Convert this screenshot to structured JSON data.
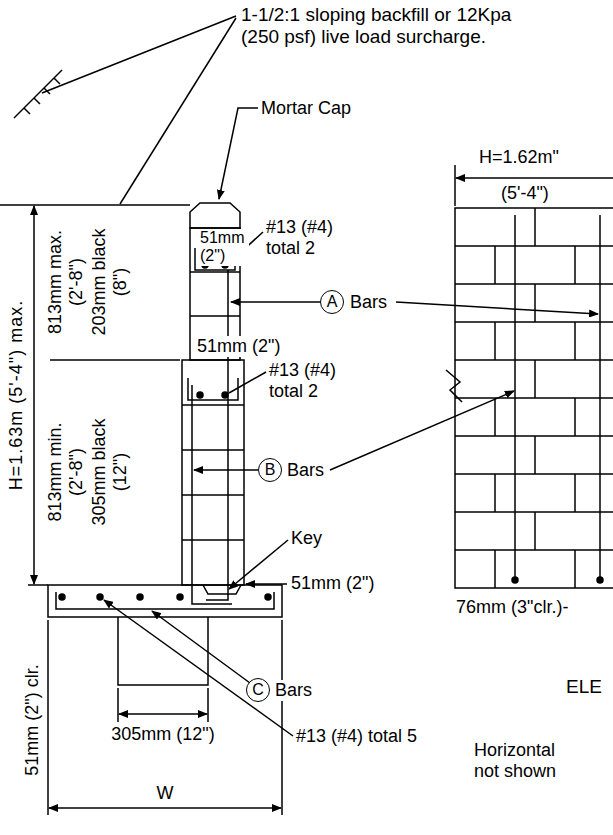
{
  "diagram": {
    "nodes": [
      {
        "text": [
          "A"
        ]
      },
      {
        "text": [
          "B"
        ]
      },
      {
        "text": [
          "C"
        ]
      }
    ],
    "labels": [
      "1-1/2:1 sloping backfill or 12Kpa (250 psf) live load surcharge.",
      "Mortar Cap",
      "51mm (2\")",
      "#13 (#4) total 2",
      "Bars",
      "H=1.62m\"",
      "(5'-4\")",
      "H=1.63m (5'-4\") max.",
      "813mm max. (2'-8\")",
      "203mm black (8\")",
      "51mm (2\")",
      "#13 (#4) total 2",
      "Bars",
      "813mm min. (2'-8\")",
      "305mm black (12\")",
      "Key",
      "51mm (2\")",
      "Bars",
      "#13 (#4) total 5",
      "51mm (2\") clr.",
      "305mm (12\")",
      "W",
      "76mm (3\"clr.)-",
      "ELE",
      "Horizontal not shown"
    ]
  }
}
